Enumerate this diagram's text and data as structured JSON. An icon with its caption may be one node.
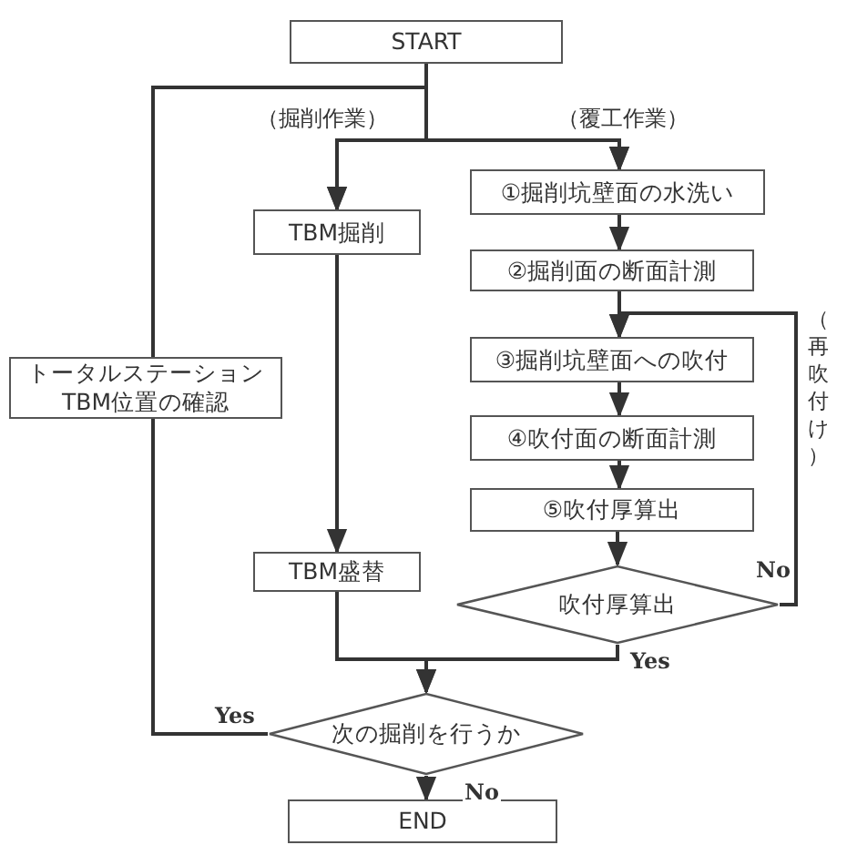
{
  "diagram": {
    "nodes": [
      {
        "text": [
          "START"
        ]
      },
      {
        "text": [
          "TBM掘削"
        ]
      },
      {
        "text": [
          "①掘削坑壁面の水洗い"
        ]
      },
      {
        "text": [
          "②掘削面の断面計測"
        ]
      },
      {
        "text": [
          "③掘削坑壁面への吹付"
        ]
      },
      {
        "text": [
          "④吹付面の断面計測"
        ]
      },
      {
        "text": [
          "⑤吹付厚算出"
        ]
      },
      {
        "text": [
          "吹付厚算出"
        ]
      },
      {
        "text": [
          "TBM盛替"
        ]
      },
      {
        "text": [
          "トータルステーション TBM位置の確認"
        ]
      },
      {
        "text": [
          "次の掘削を行うか"
        ]
      },
      {
        "text": [
          "END"
        ]
      }
    ],
    "edges": [
      {
        "from": 0,
        "to": 1,
        "arrow": "to",
        "label": "（掘削作業）"
      },
      {
        "from": 0,
        "to": 2,
        "arrow": "to",
        "label": "（覆工作業）"
      },
      {
        "from": 2,
        "to": 3,
        "arrow": "to"
      },
      {
        "from": 3,
        "to": 4,
        "arrow": "to"
      },
      {
        "from": 4,
        "to": 5,
        "arrow": "to"
      },
      {
        "from": 5,
        "to": 6,
        "arrow": "to"
      },
      {
        "from": 6,
        "to": 7,
        "arrow": "to"
      },
      {
        "from": 7,
        "to": 4,
        "arrow": "to",
        "label": "No"
      },
      {
        "from": 1,
        "to": 8,
        "arrow": "to"
      },
      {
        "from": 8,
        "to": 10,
        "arrow": "to"
      },
      {
        "from": 7,
        "to": 10,
        "arrow": "to",
        "label": "Yes"
      },
      {
        "from": 10,
        "to": 11,
        "arrow": "to",
        "label": "No"
      },
      {
        "from": 10,
        "to": 9,
        "arrow": "none",
        "label": "Yes"
      },
      {
        "from": 9,
        "to": 1,
        "arrow": "to"
      },
      {
        "from": 9,
        "to": 2,
        "arrow": "to"
      }
    ],
    "labels": [
      "（再吹付け）"
    ]
  }
}
